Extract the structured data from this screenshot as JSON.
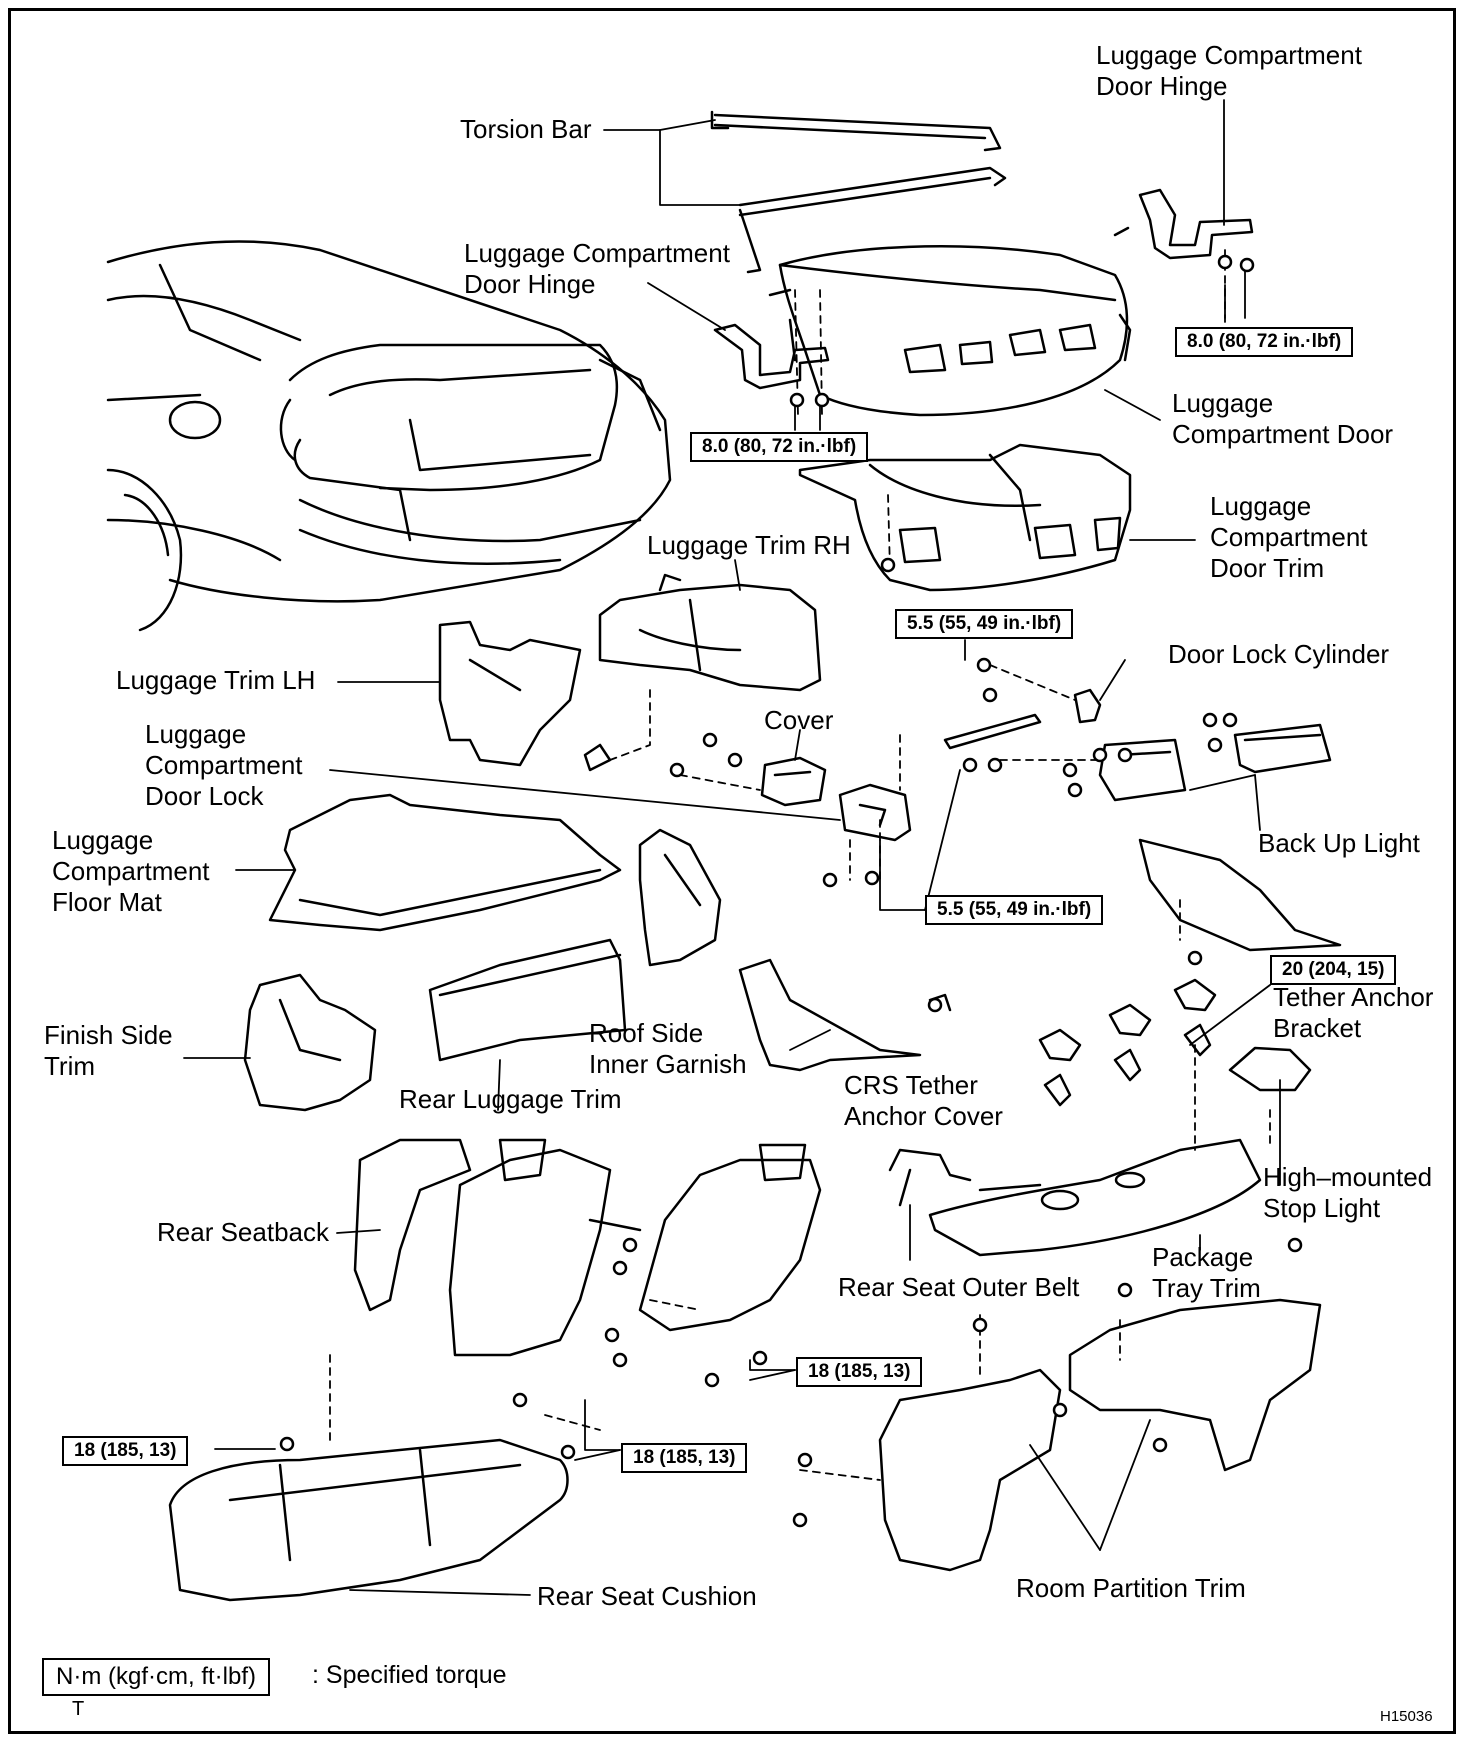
{
  "labels": {
    "torsion_bar": "Torsion Bar",
    "hinge_rh_l1": "Luggage Compartment",
    "hinge_rh_l2": "Door Hinge",
    "hinge_lh_l1": "Luggage Compartment",
    "hinge_lh_l2": "Door Hinge",
    "door_l1": "Luggage",
    "door_l2": "Compartment Door",
    "door_trim_l1": "Luggage",
    "door_trim_l2": "Compartment",
    "door_trim_l3": "Door Trim",
    "trim_rh": "Luggage Trim RH",
    "trim_lh": "Luggage Trim LH",
    "lock_cylinder": "Door Lock Cylinder",
    "cover": "Cover",
    "door_lock_l1": "Luggage",
    "door_lock_l2": "Compartment",
    "door_lock_l3": "Door Lock",
    "floor_mat_l1": "Luggage",
    "floor_mat_l2": "Compartment",
    "floor_mat_l3": "Floor Mat",
    "back_up_light": "Back Up Light",
    "tether_bracket_l1": "Tether Anchor",
    "tether_bracket_l2": "Bracket",
    "finish_side_l1": "Finish Side",
    "finish_side_l2": "Trim",
    "roof_side_l1": "Roof Side",
    "roof_side_l2": "Inner Garnish",
    "rear_luggage_trim": "Rear Luggage Trim",
    "crs_cover_l1": "CRS Tether",
    "crs_cover_l2": "Anchor Cover",
    "stop_light_l1": "High–mounted",
    "stop_light_l2": "Stop Light",
    "rear_seatback": "Rear Seatback",
    "package_tray_l1": "Package",
    "package_tray_l2": "Tray Trim",
    "outer_belt": "Rear Seat Outer Belt",
    "room_partition": "Room Partition Trim",
    "seat_cushion": "Rear Seat Cushion"
  },
  "torques": {
    "hinge_rh": "8.0 (80, 72 in.·lbf)",
    "hinge_lh": "8.0 (80, 72 in.·lbf)",
    "door_trim": "5.5 (55, 49 in.·lbf)",
    "door_lock": "5.5 (55, 49 in.·lbf)",
    "tether": "20 (204, 15)",
    "seatback": "18 (185, 13)",
    "seatback_hinge": "18 (185, 13)",
    "cushion": "18 (185, 13)"
  },
  "legend": {
    "box": "N·m (kgf·cm, ft·lbf)",
    "text": ": Specified torque",
    "mark": "T"
  },
  "figure_code": "H15036"
}
